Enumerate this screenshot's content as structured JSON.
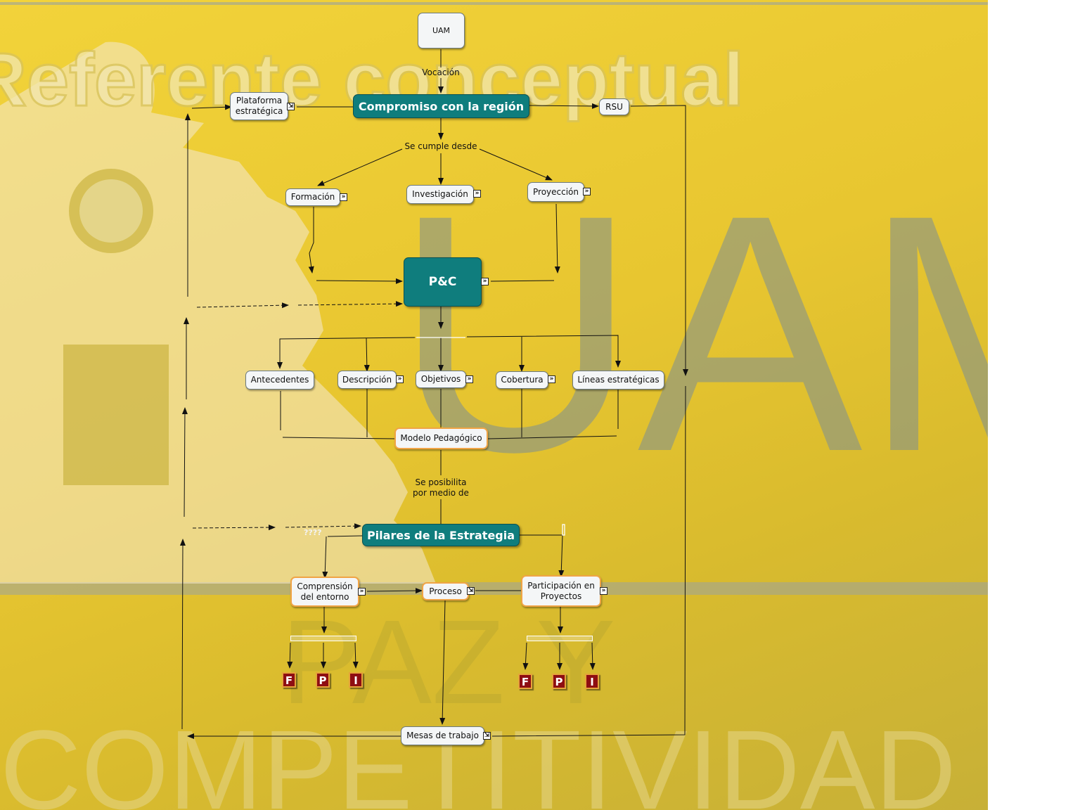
{
  "background": {
    "title": "Referente conceptual",
    "watermark_1": "UAM",
    "watermark_2": "PAZ Y",
    "watermark_3": "COMPETITIVIDAD",
    "crest": "university-crest-image"
  },
  "nodes": {
    "uam": "UAM",
    "plataforma_line1": "Plataforma",
    "plataforma_line2": "estratégica",
    "compromiso": "Compromiso con la región",
    "rsu": "RSU",
    "formacion": "Formación",
    "investigacion": "Investigación",
    "proyeccion": "Proyección",
    "pyc": "P&C",
    "antecedentes": "Antecedentes",
    "descripcion": "Descripción",
    "objetivos": "Objetivos",
    "cobertura": "Cobertura",
    "lineas": "Líneas estratégicas",
    "modelo": "Modelo Pedagógico",
    "pilares": "Pilares de la Estrategia",
    "comprension_line1": "Comprensión",
    "comprension_line2": "del entorno",
    "proceso": "Proceso",
    "participacion_line1": "Participación en",
    "participacion_line2": "Proyectos",
    "mesas": "Mesas de trabajo"
  },
  "links": {
    "vocacion": "Vocación",
    "se_cumple": "Se cumple desde",
    "se_posibilita_line1": "Se posibilita",
    "se_posibilita_line2": "por medio de",
    "question": "????"
  },
  "resources": {
    "f": "F",
    "p": "P",
    "i": "I"
  },
  "colors": {
    "background": "#e8c630",
    "concept_teal": "#0f7d7d",
    "concept_light": "#f4f6f7",
    "orange_border": "#f0a445",
    "resource_red": "#8e0e12"
  }
}
